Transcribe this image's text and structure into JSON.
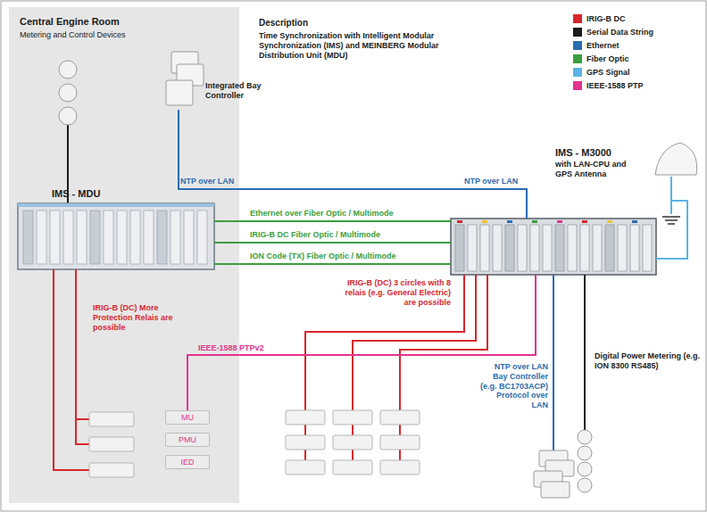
{
  "diagram": {
    "title": "Description",
    "nodes": [
      {
        "text": [
          "Central Engine Room",
          "Metering and Control Devices"
        ]
      },
      {
        "text": [
          "Integrated Bay Controller"
        ],
        "in": 0
      },
      {
        "text": [
          "IMS - MDU"
        ],
        "in": 0
      },
      {
        "text": [
          "MU"
        ],
        "in": 0
      },
      {
        "text": [
          "PMU"
        ],
        "in": 0
      },
      {
        "text": [
          "IED"
        ],
        "in": 0
      },
      {
        "text": [
          "IMS - M3000",
          "with LAN-CPU and GPS Antenna"
        ]
      }
    ],
    "edges": [
      {
        "from": 1,
        "to": 6,
        "label": "NTP over LAN",
        "arrow": "none"
      },
      {
        "from": 2,
        "to": 6,
        "label": "Ethernet over Fiber Optic / Multimode",
        "arrow": "none"
      },
      {
        "from": 2,
        "to": 6,
        "label": "IRIG-B DC Fiber Optic / Multimode",
        "arrow": "none"
      },
      {
        "from": 2,
        "to": 6,
        "label": "ION Code (TX) Fiber Optic / Multimode",
        "arrow": "none"
      },
      {
        "from": 6,
        "to": 3,
        "label": "IEEE-1588 PTPv2",
        "arrow": "none"
      }
    ],
    "labels": [
      "Time Synchronization with Intelligent Modular Synchronization (IMS) and MEINBERG Modular Distribution Unit (MDU)",
      "NTP over LAN",
      "IRIG-B (DC) More Protection Relais are possible",
      "IRIG-B (DC) 3 circles with 8 relais (e.g. General Electric) are possible",
      "NTP over LAN Bay Controller (e.g. BC1703ACP) Protocol over LAN",
      "Digital Power Metering (e.g. ION 8300 RS485)"
    ],
    "legend": [
      {
        "text": "IRIG-B DC",
        "color": "#d8262c"
      },
      {
        "text": "Serial Data String",
        "color": "#1b1b1b"
      },
      {
        "text": "Ethernet",
        "color": "#2b6cb0"
      },
      {
        "text": "Fiber Optic",
        "color": "#3b9e3f"
      },
      {
        "text": "GPS Signal",
        "color": "#5ab4e5"
      },
      {
        "text": "IEEE-1588 PTP",
        "color": "#e2348c"
      }
    ]
  }
}
